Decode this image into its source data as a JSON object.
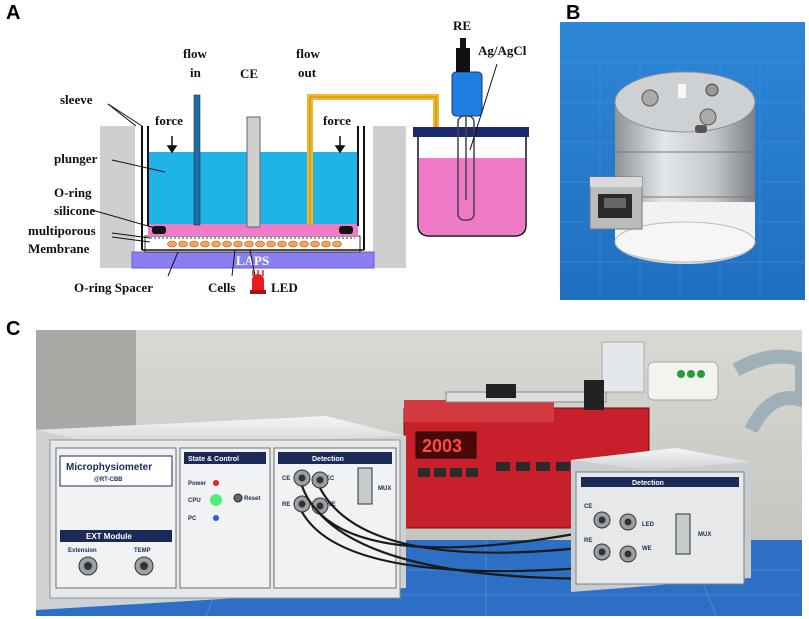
{
  "panels": {
    "a": "A",
    "b": "B",
    "c": "C"
  },
  "schematic": {
    "sleeve": "sleeve",
    "force_left": "force",
    "force_right": "force",
    "flow_in_1": "flow",
    "flow_in_2": "in",
    "ce": "CE",
    "flow_out_1": "flow",
    "flow_out_2": "out",
    "plunger": "plunger",
    "o_ring_1": "O-ring",
    "o_ring_2": "silicone",
    "multiporous_1": "multiporous",
    "multiporous_2": "Membrane",
    "laps": "LAPS",
    "o_ring_spacer": "O-ring Spacer",
    "cells": "Cells",
    "led": "LED",
    "re": "RE",
    "ag_agcl": "Ag/AgCl"
  },
  "device": {
    "name_1": "Microphysiometer",
    "name_2": "@RT-CBB",
    "state_control": "State & Control",
    "power": "Power",
    "cpu": "CPU",
    "pc": "PC",
    "reset": "Reset",
    "detection": "Detection",
    "ce": "CE",
    "ec": "EC",
    "re": "RE",
    "we": "WE",
    "mux": "MUX",
    "ext_module": "EXT Module",
    "extension": "Extension",
    "temp": "TEMP",
    "pump_display": "2003",
    "box2_detection": "Detection",
    "box2_ce": "CE",
    "box2_led": "LED",
    "box2_re": "RE",
    "box2_we": "WE",
    "box2_mux": "MUX"
  },
  "colors": {
    "water": "#1fb3e6",
    "pink": "#f07ac8",
    "laps": "#8a7ff0",
    "gray_wall": "#cfcfcf",
    "tube": "#f2b82a",
    "navy": "#1d2a6b",
    "led": "#e41d1d"
  }
}
